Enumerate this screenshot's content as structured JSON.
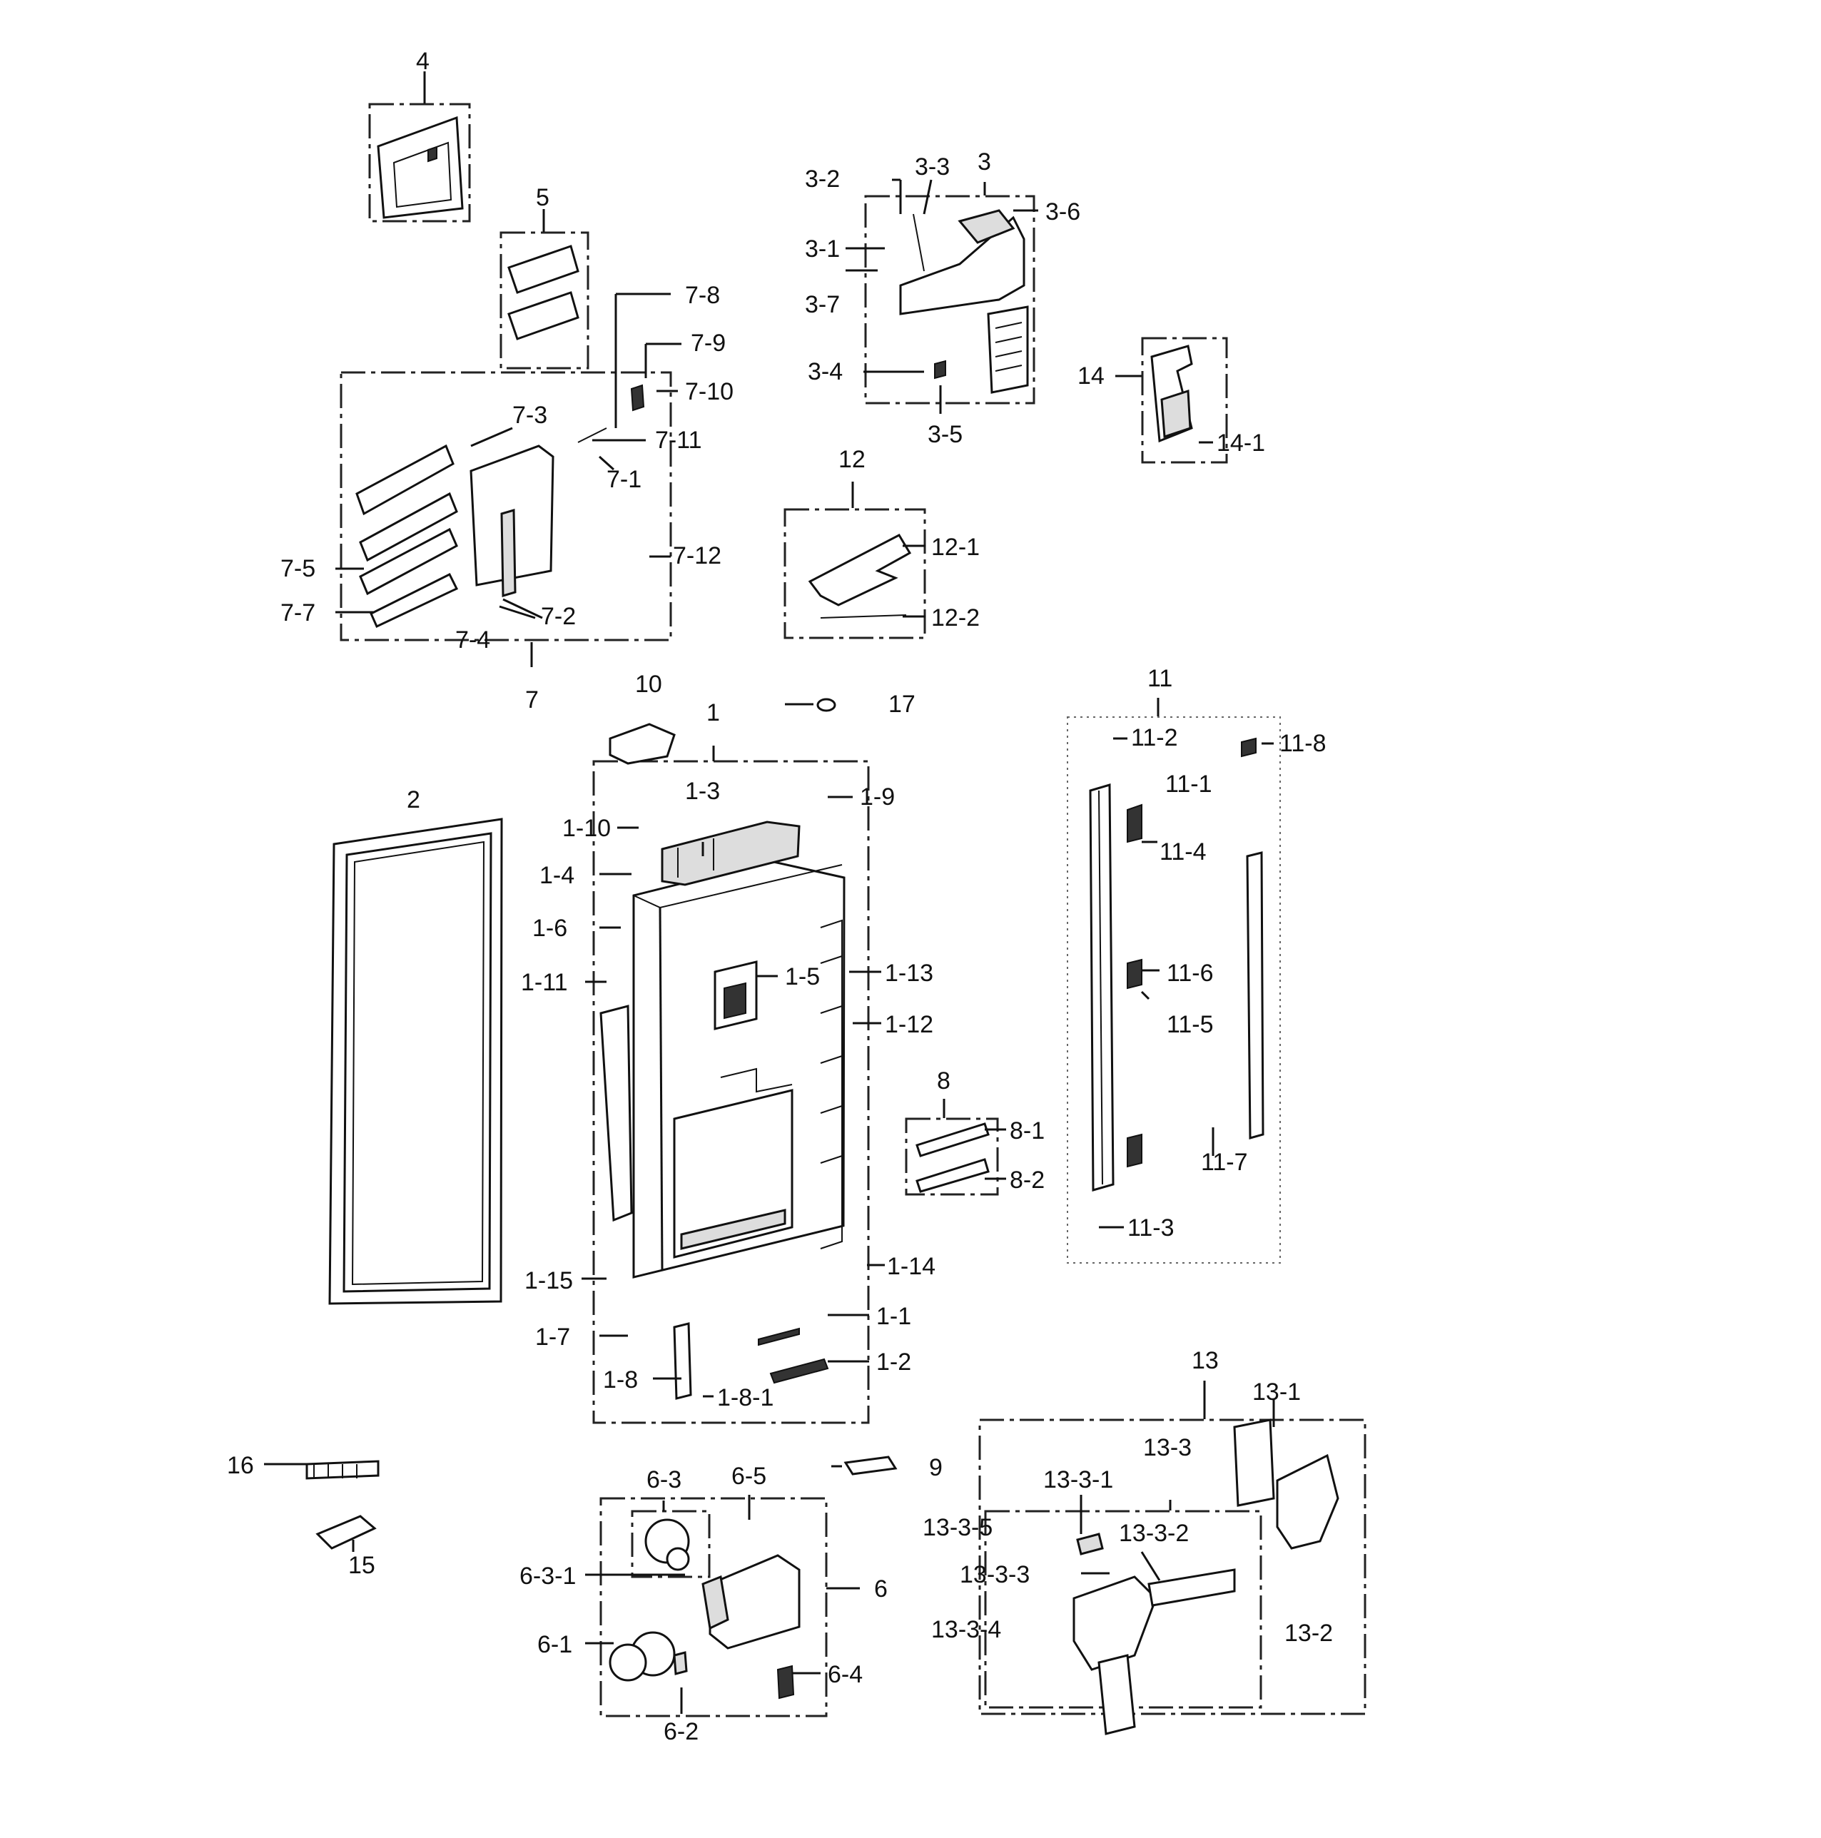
{
  "diagram": {
    "labels": {
      "l1": "1",
      "l1_1": "1-1",
      "l1_2": "1-2",
      "l1_3": "1-3",
      "l1_4": "1-4",
      "l1_5": "1-5",
      "l1_6": "1-6",
      "l1_7": "1-7",
      "l1_8": "1-8",
      "l1_8_1": "1-8-1",
      "l1_9": "1-9",
      "l1_10": "1-10",
      "l1_11": "1-11",
      "l1_12": "1-12",
      "l1_13": "1-13",
      "l1_14": "1-14",
      "l1_15": "1-15",
      "l2": "2",
      "l3": "3",
      "l3_1": "3-1",
      "l3_2": "3-2",
      "l3_3": "3-3",
      "l3_4": "3-4",
      "l3_5": "3-5",
      "l3_6": "3-6",
      "l3_7": "3-7",
      "l4": "4",
      "l5": "5",
      "l6": "6",
      "l6_1": "6-1",
      "l6_2": "6-2",
      "l6_3": "6-3",
      "l6_3_1": "6-3-1",
      "l6_4": "6-4",
      "l6_5": "6-5",
      "l7": "7",
      "l7_1": "7-1",
      "l7_2": "7-2",
      "l7_3": "7-3",
      "l7_4": "7-4",
      "l7_5": "7-5",
      "l7_7": "7-7",
      "l7_8": "7-8",
      "l7_9": "7-9",
      "l7_10": "7-10",
      "l7_11": "7-11",
      "l7_12": "7-12",
      "l8": "8",
      "l8_1": "8-1",
      "l8_2": "8-2",
      "l9": "9",
      "l10": "10",
      "l11": "11",
      "l11_1": "11-1",
      "l11_2": "11-2",
      "l11_3": "11-3",
      "l11_4": "11-4",
      "l11_5": "11-5",
      "l11_6": "11-6",
      "l11_7": "11-7",
      "l11_8": "11-8",
      "l12": "12",
      "l12_1": "12-1",
      "l12_2": "12-2",
      "l13": "13",
      "l13_1": "13-1",
      "l13_2": "13-2",
      "l13_3": "13-3",
      "l13_3_1": "13-3-1",
      "l13_3_2": "13-3-2",
      "l13_3_3": "13-3-3",
      "l13_3_4": "13-3-4",
      "l13_3_5": "13-3-5",
      "l14": "14",
      "l14_1": "14-1",
      "l15": "15",
      "l16": "16",
      "l17": "17"
    }
  }
}
